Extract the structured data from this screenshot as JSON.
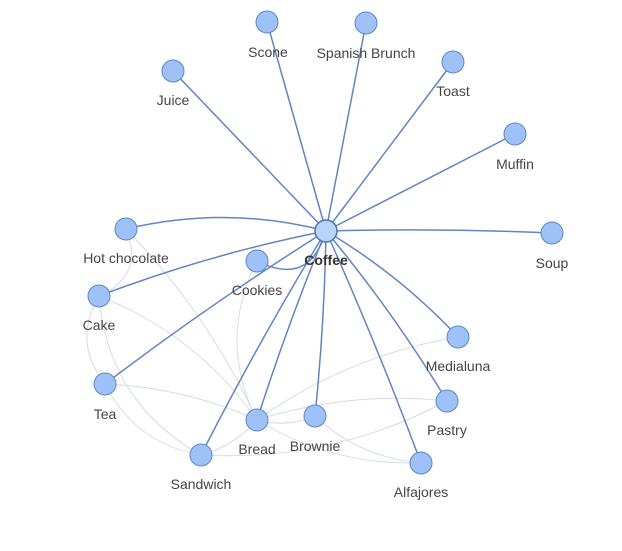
{
  "graph": {
    "focus_node": "Coffee",
    "colors": {
      "node_fill": "#9ec2f8",
      "node_stroke": "#5f86c3",
      "strong_edge": "#5f86c3",
      "faint_edge": "#d5dbe6",
      "label": "#444444"
    },
    "nodes": [
      {
        "id": "coffee",
        "label": "Coffee"
      },
      {
        "id": "scone",
        "label": "Scone"
      },
      {
        "id": "spanish-brunch",
        "label": "Spanish Brunch"
      },
      {
        "id": "juice",
        "label": "Juice"
      },
      {
        "id": "toast",
        "label": "Toast"
      },
      {
        "id": "muffin",
        "label": "Muffin"
      },
      {
        "id": "hot-chocolate",
        "label": "Hot chocolate"
      },
      {
        "id": "soup",
        "label": "Soup"
      },
      {
        "id": "cookies",
        "label": "Cookies"
      },
      {
        "id": "cake",
        "label": "Cake"
      },
      {
        "id": "medialuna",
        "label": "Medialuna"
      },
      {
        "id": "tea",
        "label": "Tea"
      },
      {
        "id": "pastry",
        "label": "Pastry"
      },
      {
        "id": "bread",
        "label": "Bread"
      },
      {
        "id": "brownie",
        "label": "Brownie"
      },
      {
        "id": "sandwich",
        "label": "Sandwich"
      },
      {
        "id": "alfajores",
        "label": "Alfajores"
      }
    ],
    "strong_edges": [
      [
        "coffee",
        "scone"
      ],
      [
        "coffee",
        "spanish-brunch"
      ],
      [
        "coffee",
        "juice"
      ],
      [
        "coffee",
        "toast"
      ],
      [
        "coffee",
        "muffin"
      ],
      [
        "coffee",
        "soup"
      ],
      [
        "coffee",
        "hot-chocolate"
      ],
      [
        "coffee",
        "cake"
      ],
      [
        "coffee",
        "cookies"
      ],
      [
        "coffee",
        "tea"
      ],
      [
        "coffee",
        "sandwich"
      ],
      [
        "coffee",
        "bread"
      ],
      [
        "coffee",
        "brownie"
      ],
      [
        "coffee",
        "medialuna"
      ],
      [
        "coffee",
        "pastry"
      ],
      [
        "coffee",
        "alfajores"
      ]
    ],
    "faint_edges": [
      [
        "hot-chocolate",
        "cake"
      ],
      [
        "hot-chocolate",
        "bread"
      ],
      [
        "cake",
        "tea"
      ],
      [
        "cake",
        "bread"
      ],
      [
        "cake",
        "sandwich"
      ],
      [
        "tea",
        "bread"
      ],
      [
        "tea",
        "sandwich"
      ],
      [
        "cookies",
        "bread"
      ],
      [
        "bread",
        "medialuna"
      ],
      [
        "bread",
        "pastry"
      ],
      [
        "bread",
        "alfajores"
      ],
      [
        "bread",
        "brownie"
      ],
      [
        "bread",
        "sandwich"
      ],
      [
        "sandwich",
        "pastry"
      ],
      [
        "brownie",
        "alfajores"
      ]
    ]
  }
}
